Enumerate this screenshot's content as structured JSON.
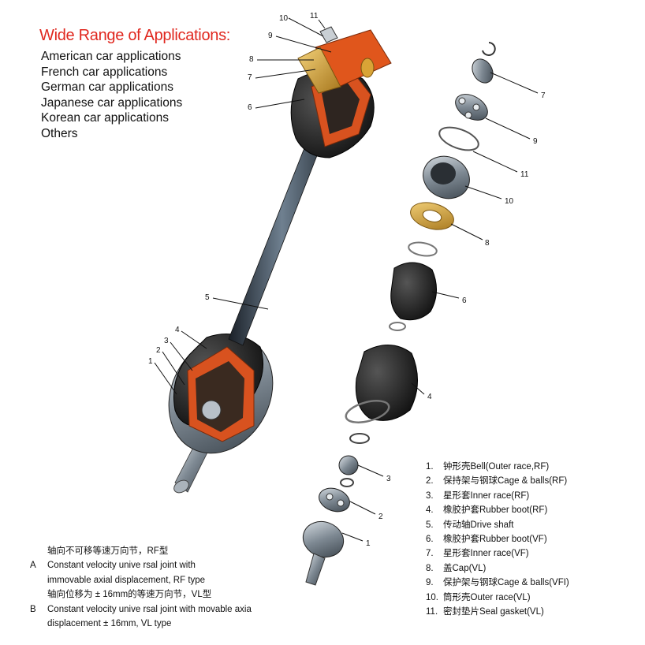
{
  "heading": "Wide Range of Applications:",
  "applications": [
    "American car applications",
    "French car applications",
    "German car applications",
    "Japanese car applications",
    "Korean car applications",
    "Others"
  ],
  "assembly_callouts": [
    "10",
    "11",
    "9",
    "8",
    "7",
    "6",
    "5",
    "4",
    "3",
    "2",
    "1"
  ],
  "exploded_callouts": [
    "7",
    "9",
    "11",
    "10",
    "8",
    "6",
    "4",
    "3",
    "2",
    "1"
  ],
  "legend": [
    {
      "n": "1.",
      "text": "钟形壳Bell(Outer race,RF)"
    },
    {
      "n": "2.",
      "text": "保持架与钢球Cage & balls(RF)"
    },
    {
      "n": "3.",
      "text": "星形套Inner race(RF)"
    },
    {
      "n": "4.",
      "text": "橡胶护套Rubber boot(RF)"
    },
    {
      "n": "5.",
      "text": "传动轴Drive shaft"
    },
    {
      "n": "6.",
      "text": "橡胶护套Rubber boot(VF)"
    },
    {
      "n": "7.",
      "text": "星形套Inner race(VF)"
    },
    {
      "n": "8.",
      "text": "盖Cap(VL)"
    },
    {
      "n": "9.",
      "text": "保护架与钢球Cage & balls(VFI)"
    },
    {
      "n": "10.",
      "text": "筒形壳Outer race(VL)"
    },
    {
      "n": "11.",
      "text": "密封垫片Seal gasket(VL)"
    }
  ],
  "notes": {
    "a_cn": "轴向不可移等速万向节，RF型",
    "a_tag": "A",
    "a_line1": "Constant velocity unive rsal joint with",
    "a_line2": "immovable axial displacement, RF type",
    "b_cn": "轴向位移为 ± 16mm的等速万向节，VL型",
    "b_tag": "B",
    "b_line1": "Constant velocity unive rsal joint with movable axia",
    "b_line2": "displacement ± 16mm, VL type"
  },
  "colors": {
    "heading": "#e0281f",
    "shaft": "#2a3440",
    "cutaway": "#d8521f",
    "boot": "#1c1c1c",
    "gold": "#d9a436",
    "steel": "#9aa4ad"
  }
}
